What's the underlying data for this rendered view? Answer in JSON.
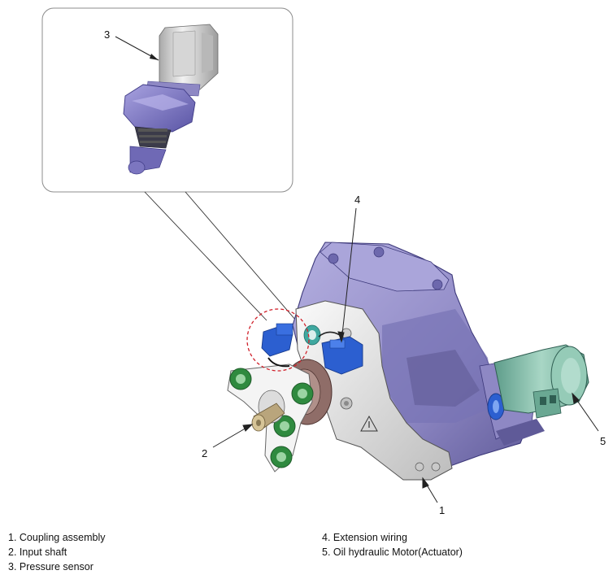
{
  "callouts": {
    "c1": "1",
    "c2": "2",
    "c3": "3",
    "c4": "4",
    "c5": "5"
  },
  "legend": {
    "left": [
      "1. Coupling assembly",
      "2. Input shaft",
      "3. Pressure sensor"
    ],
    "right": [
      "4. Extension wiring",
      "5. Oil hydraulic Motor(Actuator)"
    ]
  },
  "colors": {
    "housing": "#8e88c4",
    "housing_dark": "#5f5a98",
    "coupling": "#e9e9e9",
    "green": "#2f8a3f",
    "connector_blue": "#2c5fd0",
    "motor": "#7fb9a6",
    "leader_red": "#d0202a"
  }
}
